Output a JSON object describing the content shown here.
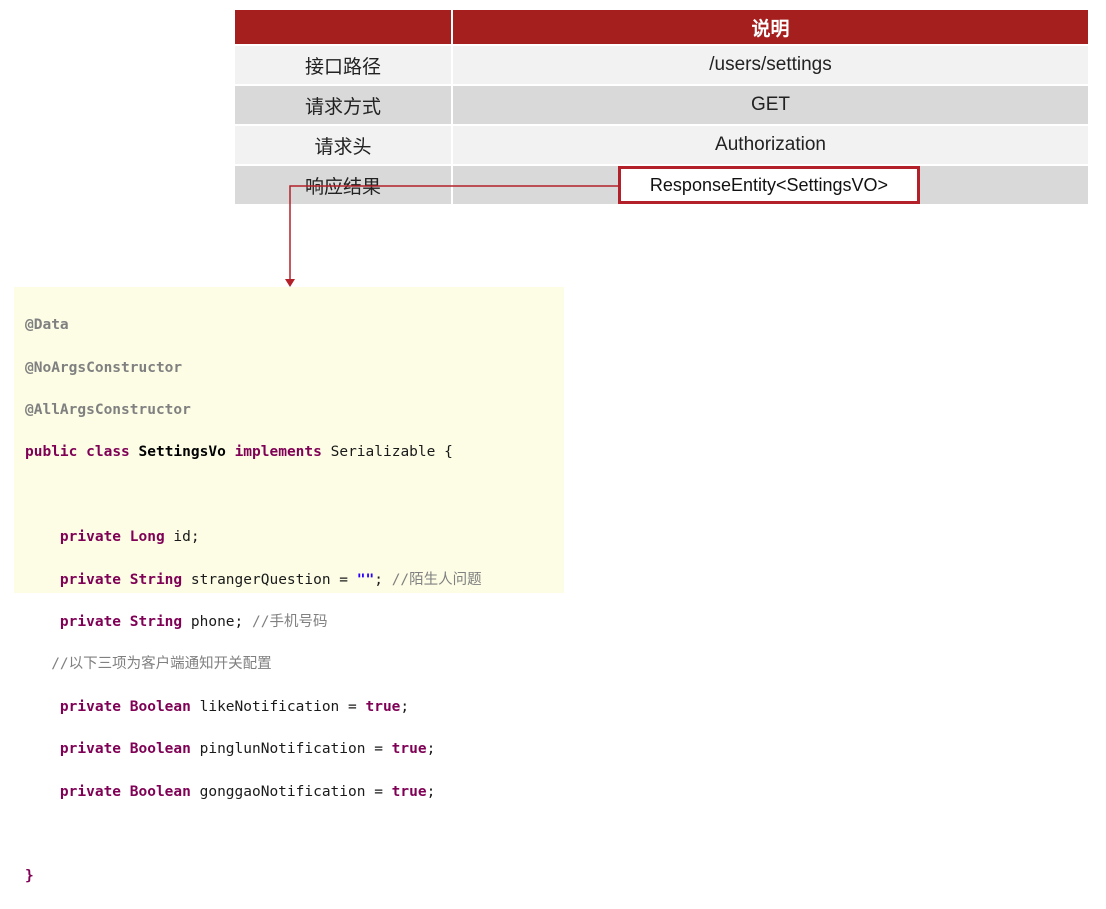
{
  "table": {
    "header": {
      "col1": "",
      "col2": "说明"
    },
    "rows": [
      {
        "label": "接口路径",
        "value": "/users/settings"
      },
      {
        "label": "请求方式",
        "value": "GET"
      },
      {
        "label": "请求头",
        "value": "Authorization"
      },
      {
        "label": "响应结果",
        "value": "ResponseEntity<SettingsVO>"
      }
    ]
  },
  "code": {
    "ann_data": "@Data",
    "ann_noargs": "@NoArgsConstructor",
    "ann_allargs": "@AllArgsConstructor",
    "kw_public": "public",
    "kw_class": "class",
    "class_name": "SettingsVo",
    "kw_implements": "implements",
    "iface": "Serializable",
    "brace_open": "{",
    "kw_private": "private",
    "t_long": "Long",
    "f_id": "id;",
    "t_string": "String",
    "f_stranger": "strangerQuestion = ",
    "s_empty": "\"\"",
    "semi": ";",
    "c_stranger": "//陌生人问题",
    "f_phone": "phone;",
    "c_phone": "//手机号码",
    "c_section": "//以下三项为客户端通知开关配置",
    "t_boolean": "Boolean",
    "f_like": "likeNotification = ",
    "f_pinglun": "pinglunNotification = ",
    "f_gonggao": "gonggaoNotification = ",
    "kw_true": "true",
    "brace_close": "}"
  },
  "colors": {
    "header_bg": "#a51f1f",
    "highlight_border": "#b3202a",
    "code_bg": "#fdfde6",
    "keyword": "#7f0055"
  }
}
